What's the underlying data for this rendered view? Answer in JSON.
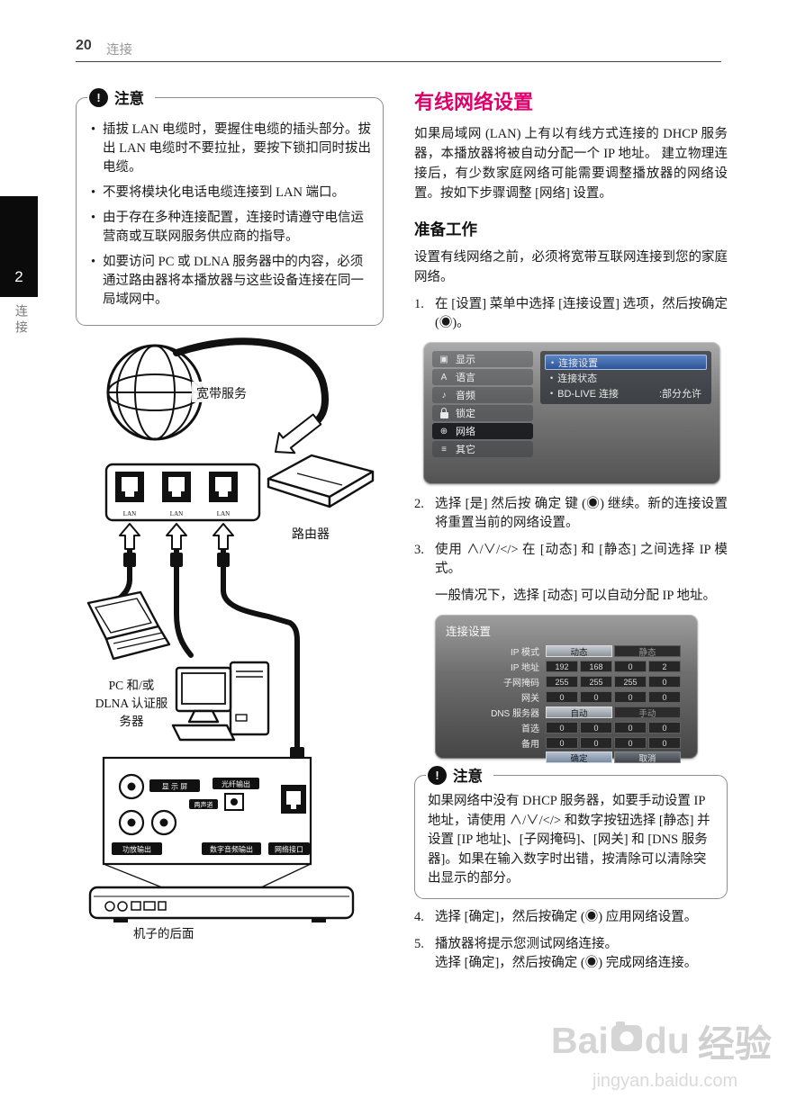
{
  "header": {
    "page_number": "20",
    "section": "连接"
  },
  "chapter_tab": {
    "number": "2",
    "label": "连接"
  },
  "note1": {
    "title": "注意",
    "items": [
      "插拔 LAN 电缆时，要握住电缆的插头部分。拔出 LAN 电缆时不要拉扯，要按下锁扣同时拔出电缆。",
      "不要将模块化电话电缆连接到 LAN 端口。",
      "由于存在多种连接配置，连接时请遵守电信运营商或互联网服务供应商的指导。",
      "如要访问 PC 或 DLNA 服务器中的内容，必须通过路由器将本播放器与这些设备连接在同一局域网中。"
    ]
  },
  "diagram": {
    "broadband": "宽带服务",
    "router": "路由器",
    "pc_line1": "PC 和/或",
    "pc_line2": "DLNA 认证服",
    "pc_line3": "务器",
    "rear": "机子的后面",
    "lan": "LAN",
    "panel": {
      "display": "显 示 屏",
      "amp_out": "功放输出",
      "optical": "光纤输出",
      "two_ch": "两声道",
      "digital_audio": "数字音频输出",
      "lan_port": "网络接口"
    }
  },
  "main": {
    "title": "有线网络设置",
    "intro": "如果局域网 (LAN) 上有以有线方式连接的 DHCP 服务器，本播放器将被自动分配一个 IP 地址。 建立物理连接后，有少数家庭网络可能需要调整播放器的网络设置。按如下步骤调整 [网络] 设置。",
    "prep_title": "准备工作",
    "prep_text": "设置有线网络之前，必须将宽带互联网连接到您的家庭网络。",
    "step1": {
      "num": "1.",
      "text": "在 [设置] 菜单中选择 [连接设置] 选项，然后按确定 (◉)。"
    },
    "step2": {
      "num": "2.",
      "text": "选择 [是] 然后按 确定 键 (◉) 继续。新的连接设置将重置当前的网络设置。"
    },
    "step3": {
      "num": "3.",
      "text": "使用 ∧/∨/</> 在 [动态] 和 [静态] 之间选择 IP 模式。",
      "text2": "一般情况下，选择 [动态] 可以自动分配 IP 地址。"
    },
    "step4": {
      "num": "4.",
      "text": "选择 [确定]，然后按确定 (◉) 应用网络设置。"
    },
    "step5": {
      "num": "5.",
      "text": "播放器将提示您测试网络连接。",
      "text2": "选择 [确定]，然后按确定 (◉) 完成网络连接。"
    }
  },
  "screen_settings": {
    "menu": [
      {
        "icon": "display",
        "label": "显示"
      },
      {
        "icon": "language",
        "label": "语言"
      },
      {
        "icon": "audio",
        "label": "音频"
      },
      {
        "icon": "lock",
        "label": "锁定"
      },
      {
        "icon": "network",
        "label": "网络"
      },
      {
        "icon": "other",
        "label": "其它"
      }
    ],
    "items": [
      {
        "label": "连接设置"
      },
      {
        "label": "连接状态"
      },
      {
        "label": "BD-LIVE 连接",
        "value": ":部分允许"
      }
    ]
  },
  "screen_conn": {
    "title": "连接设置",
    "mode_label": "IP 模式",
    "mode_on": "动态",
    "mode_off": "静态",
    "ip": {
      "label": "IP 地址",
      "v": [
        "192",
        "168",
        "0",
        "2"
      ]
    },
    "mask": {
      "label": "子网掩码",
      "v": [
        "255",
        "255",
        "255",
        "0"
      ]
    },
    "gw": {
      "label": "网关",
      "v": [
        "0",
        "0",
        "0",
        "0"
      ]
    },
    "dns_label": "DNS 服务器",
    "dns_on": "自动",
    "dns_off": "手动",
    "pref": {
      "label": "首选",
      "v": [
        "0",
        "0",
        "0",
        "0"
      ]
    },
    "alt": {
      "label": "备用",
      "v": [
        "0",
        "0",
        "0",
        "0"
      ]
    },
    "ok": "确定",
    "cancel": "取消"
  },
  "note2": {
    "title": "注意",
    "text": "如果网络中没有 DHCP 服务器，如要手动设置 IP 地址，请使用 ∧/∨/</> 和数字按钮选择 [静态] 并设置 [IP 地址]、[子网掩码]、[网关] 和 [DNS 服务器]。如果在输入数字时出错，按清除可以清除突出显示的部分。"
  },
  "watermark": {
    "brand_a": "Bai",
    "brand_b": "du",
    "brand_cn": "经验",
    "domain": "jingyan.baidu.com"
  }
}
